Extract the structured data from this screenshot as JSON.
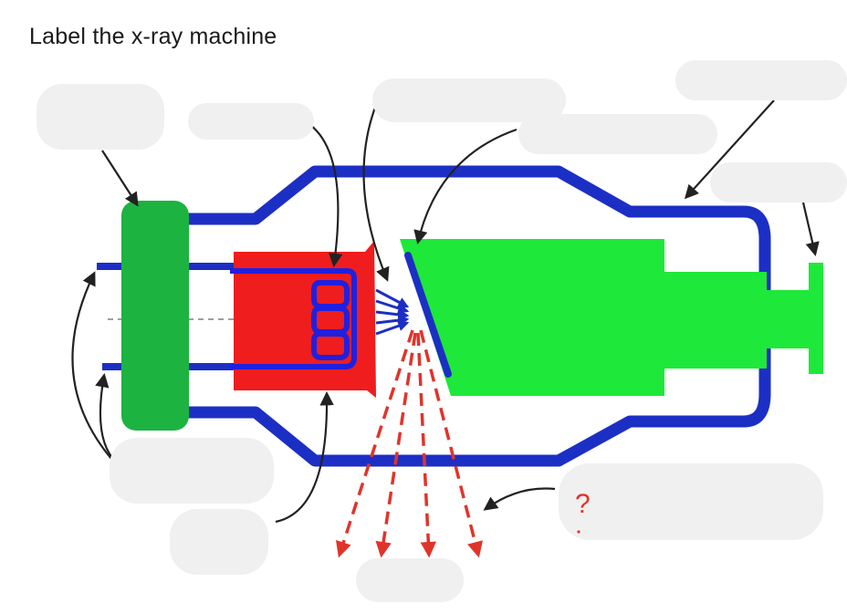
{
  "page": {
    "title": "Label the x-ray machine"
  },
  "diagram": {
    "unknown_marker": "?",
    "colors": {
      "glass_envelope": "#1c2fc4",
      "anode": "#1ee83a",
      "cathode_block": "#ef1d1d",
      "base": "#1cb341",
      "filament": "#2020e0",
      "xray_beam": "#e0342b",
      "arrow": "#222222",
      "label_slot": "#f0f0f0"
    },
    "label_slots": [
      "label-slot-1",
      "label-slot-2",
      "label-slot-3",
      "label-slot-4",
      "label-slot-5",
      "label-slot-6",
      "label-slot-7",
      "label-slot-8",
      "label-slot-9",
      "label-slot-10"
    ]
  }
}
